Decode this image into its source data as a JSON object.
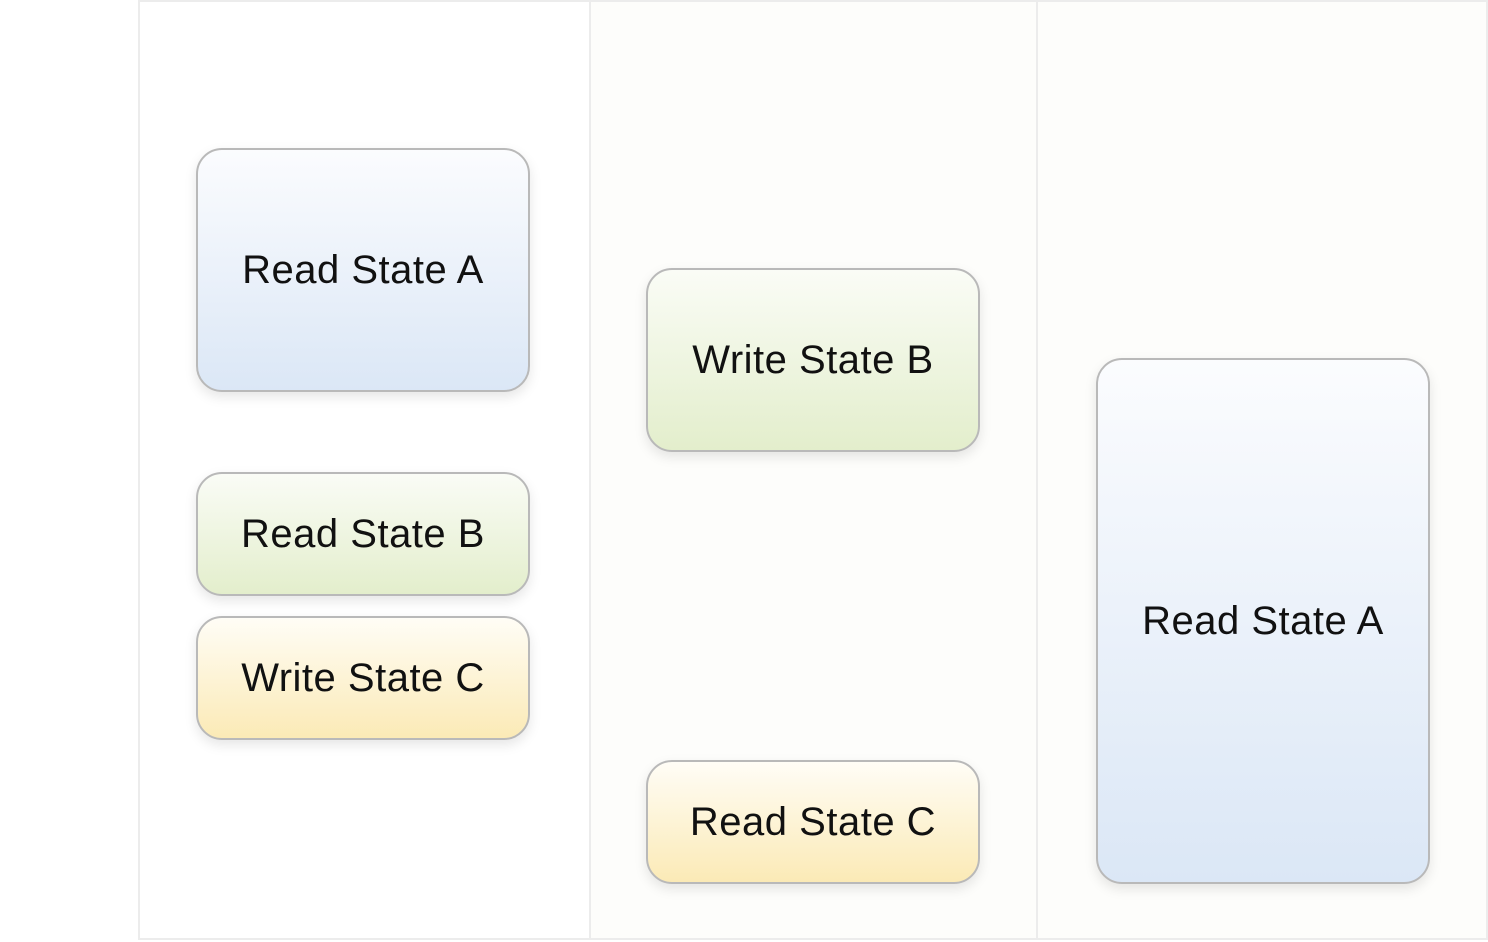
{
  "diagram": {
    "columns": [
      {
        "nodes": [
          {
            "label": "Read State A",
            "color": "#dbe7f6"
          },
          {
            "label": "Read State B",
            "color": "#e3eecc"
          },
          {
            "label": "Write State C",
            "color": "#fbeab6"
          }
        ]
      },
      {
        "nodes": [
          {
            "label": "Write State B",
            "color": "#e3eecc"
          },
          {
            "label": "Read State C",
            "color": "#fbeab6"
          }
        ]
      },
      {
        "nodes": [
          {
            "label": "Read State A",
            "color": "#dbe7f6"
          }
        ]
      }
    ],
    "border_color": "#b9b9b9",
    "grid_color": "#ececec"
  }
}
